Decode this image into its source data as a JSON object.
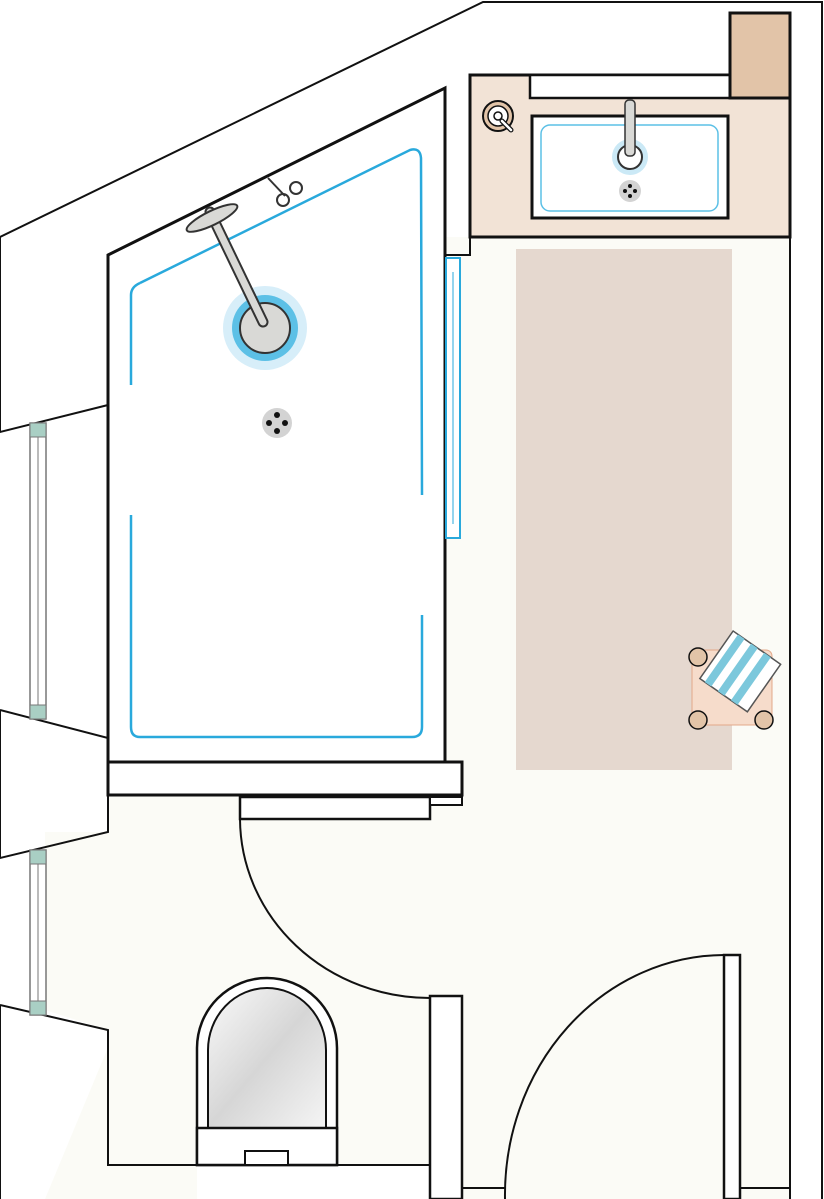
{
  "colors": {
    "floor": "#fbfbf6",
    "wall": "#ffffff",
    "outline": "#111111",
    "rug": "#e5d8cf",
    "vanity": "#f2e3d6",
    "cabinet": "#e2c4a8",
    "water_accent": "#29a9dc",
    "window_glass": "#a9cfc4",
    "towel_stripe": "#7cc8dc"
  },
  "fixtures": [
    "shower",
    "washbasin",
    "toilet",
    "stool-with-towel",
    "rug",
    "doors",
    "windows"
  ]
}
